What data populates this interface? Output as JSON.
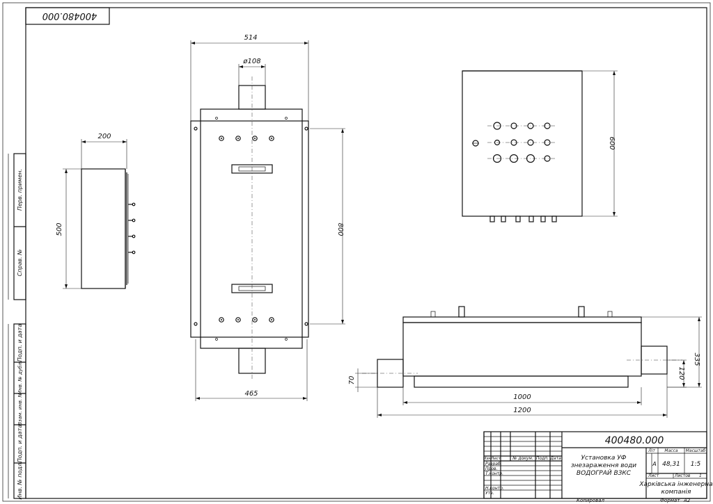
{
  "drawing": {
    "number": "400480.000",
    "number_mirrored": "400480.000",
    "title_lines": [
      "Установка УФ",
      "знезараження води",
      "ВОДОГРАЙ ВЗКС"
    ],
    "company_lines": [
      "Харківська інженерна",
      "компанія"
    ],
    "stage_label": "Літ",
    "mass_label": "Масса",
    "scale_label": "Масштаб",
    "stage_value": "А",
    "mass_value": "48,31",
    "scale_value": "1:5",
    "sheet_label": "Лист",
    "sheets_label": "Листов",
    "sheets_value": "1",
    "copied_label": "Копировал",
    "format_label": "Формат",
    "format_value": "А2",
    "header_cols": [
      "Изм",
      "Лист",
      "№ докум.",
      "Подп.",
      "Дата"
    ],
    "roles": [
      "Разраб.",
      "Пров.",
      "Т.контр.",
      "",
      "Н.контр.",
      "Утв."
    ],
    "side_stamps": [
      "Перв. примен.",
      "Справ. №",
      "Подп. и дата",
      "Инв. № дубл.",
      "Взам. инв. №",
      "Подп. и дата",
      "Инв. № подл."
    ]
  },
  "dimensions": {
    "side_width": "200",
    "side_height": "500",
    "front_top": "514",
    "pipe_dia": "ø108",
    "front_mount": "800",
    "front_bottom": "465",
    "panel_height": "600",
    "bottom_1000": "1000",
    "bottom_1200": "1200",
    "bottom_335": "335",
    "bottom_120": "120",
    "bottom_70": "70"
  }
}
